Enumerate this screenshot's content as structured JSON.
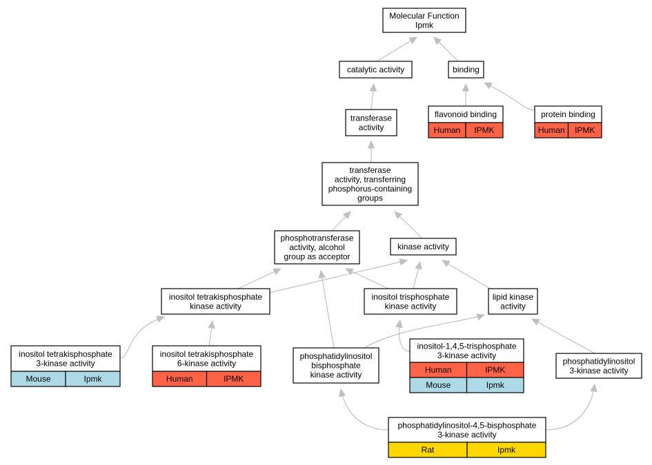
{
  "colors": {
    "human": "#ff6347",
    "mouse": "#add8e6",
    "rat": "#ffd700",
    "edge": "#c0c0c0",
    "node_border": "#000000",
    "node_fill": "#ffffff"
  },
  "nodes": {
    "mf": {
      "lines": [
        "Molecular Function",
        "Ipmk"
      ]
    },
    "cat": {
      "lines": [
        "catalytic activity"
      ]
    },
    "bind": {
      "lines": [
        "binding"
      ]
    },
    "trans": {
      "lines": [
        "transferase",
        "activity"
      ]
    },
    "flav": {
      "lines": [
        "flavonoid binding"
      ],
      "tags": [
        [
          "Human",
          "IPMK"
        ]
      ]
    },
    "prot": {
      "lines": [
        "protein binding"
      ],
      "tags": [
        [
          "Human",
          "IPMK"
        ]
      ]
    },
    "tpcg": {
      "lines": [
        "transferase",
        "activity, transferring",
        "phosphorus-containing",
        "groups"
      ]
    },
    "ptaa": {
      "lines": [
        "phosphotransferase",
        "activity, alcohol",
        "group as acceptor"
      ]
    },
    "kin": {
      "lines": [
        "kinase activity"
      ]
    },
    "itka": {
      "lines": [
        "inositol tetrakisphosphate",
        "kinase activity"
      ]
    },
    "itrk": {
      "lines": [
        "inositol trisphosphate",
        "kinase activity"
      ]
    },
    "lipk": {
      "lines": [
        "lipid kinase",
        "activity"
      ]
    },
    "it3k": {
      "lines": [
        "inositol tetrakisphosphate",
        "3-kinase activity"
      ],
      "tags": [
        [
          "Mouse",
          "Ipmk"
        ]
      ]
    },
    "it6k": {
      "lines": [
        "inositol tetrakisphosphate",
        "6-kinase activity"
      ],
      "tags": [
        [
          "Human",
          "IPMK"
        ]
      ]
    },
    "pibk": {
      "lines": [
        "phosphatidylinositol",
        "bisphosphate",
        "kinase activity"
      ]
    },
    "i145": {
      "lines": [
        "inositol-1,4,5-trisphosphate",
        "3-kinase activity"
      ],
      "tags": [
        [
          "Human",
          "IPMK"
        ],
        [
          "Mouse",
          "Ipmk"
        ]
      ]
    },
    "pi3k": {
      "lines": [
        "phosphatidylinositol",
        "3-kinase activity"
      ]
    },
    "pip2": {
      "lines": [
        "phosphatidylinositol-4,5-bisphosphate",
        "3-kinase activity"
      ],
      "tags": [
        [
          "Rat",
          "Ipmk"
        ]
      ]
    }
  },
  "edges": [
    [
      "cat",
      "mf"
    ],
    [
      "bind",
      "mf"
    ],
    [
      "trans",
      "cat"
    ],
    [
      "flav",
      "bind"
    ],
    [
      "prot",
      "bind"
    ],
    [
      "tpcg",
      "trans"
    ],
    [
      "ptaa",
      "tpcg"
    ],
    [
      "kin",
      "tpcg"
    ],
    [
      "itka",
      "ptaa"
    ],
    [
      "itka",
      "kin"
    ],
    [
      "itrk",
      "ptaa"
    ],
    [
      "itrk",
      "kin"
    ],
    [
      "lipk",
      "kin"
    ],
    [
      "it3k",
      "itka"
    ],
    [
      "it6k",
      "itka"
    ],
    [
      "pibk",
      "ptaa"
    ],
    [
      "pibk",
      "lipk"
    ],
    [
      "i145",
      "itrk"
    ],
    [
      "pi3k",
      "lipk"
    ],
    [
      "pip2",
      "pibk"
    ],
    [
      "pip2",
      "pi3k"
    ]
  ]
}
